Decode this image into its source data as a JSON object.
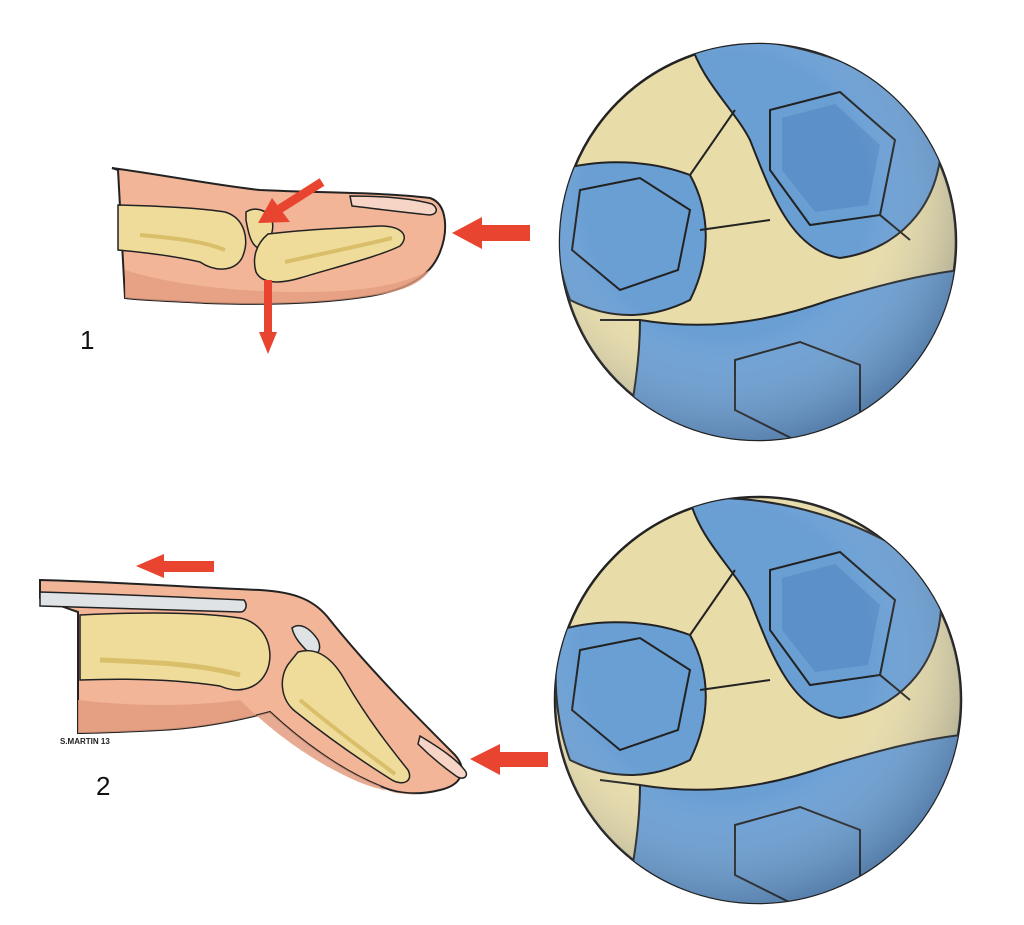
{
  "panels": [
    {
      "label": "1"
    },
    {
      "label": "2"
    }
  ],
  "signature": "S.MARTIN 13",
  "colors": {
    "skin": "#f2b597",
    "skin_shadow": "#e39c80",
    "bone": "#f0dc9a",
    "bone_shadow": "#d9bf6a",
    "arrow": "#e8442f",
    "ball_blue": "#6a9fd4",
    "ball_blue_dark": "#4f84bd",
    "ball_cream": "#e8dca9",
    "outline": "#222222"
  },
  "icons": [
    "arrow-icon",
    "ball-icon",
    "finger-icon",
    "bone-fragment-icon",
    "tendon-icon"
  ]
}
